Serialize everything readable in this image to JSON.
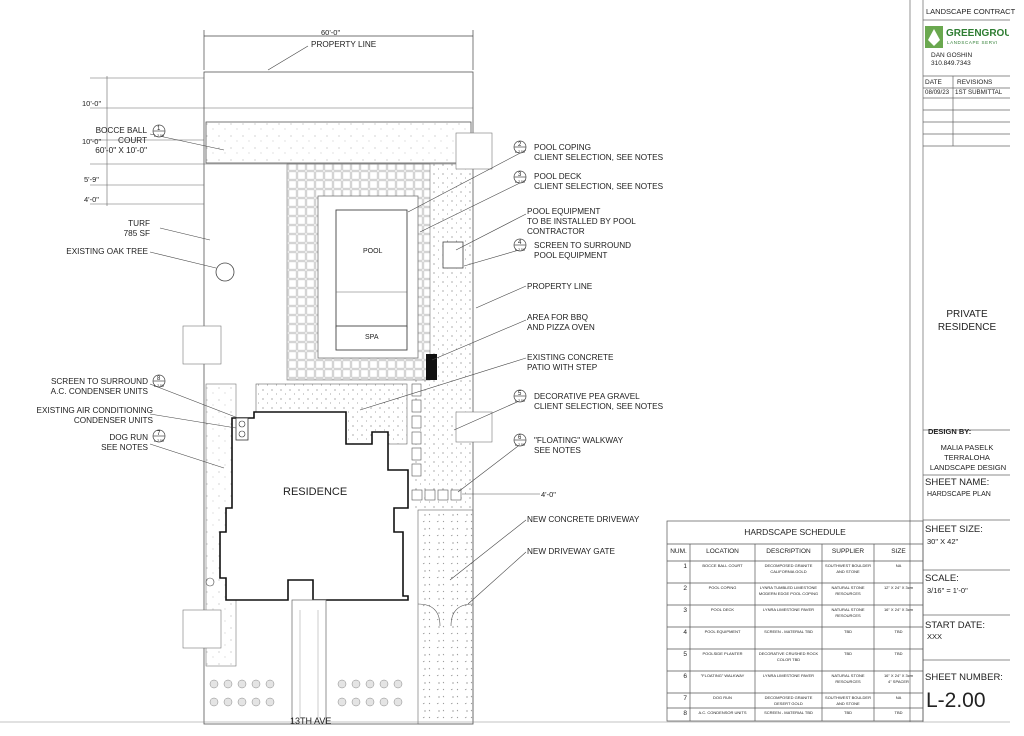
{
  "title_block": {
    "header": "LANDSCAPE CONTRACT",
    "logo_text": "GREENGROUN",
    "logo_sub": "LANDSCAPE SERVI",
    "contact_name": "DAN GOSHIN",
    "contact_phone": "310.849.7343",
    "col_date": "DATE",
    "col_revisions": "REVISIONS",
    "rev_date": "08/09/23",
    "rev_desc": "1ST SUBMITTAL",
    "project_line1": "PRIVATE",
    "project_line2": "RESIDENCE",
    "design_by_label": "DESIGN BY:",
    "designer1": "MALIA PASELK",
    "designer2": "TERRALOHA",
    "designer3": "LANDSCAPE DESIGN",
    "sheet_name_label": "SHEET NAME:",
    "sheet_name": "HARDSCAPE PLAN",
    "sheet_size_label": "SHEET SIZE:",
    "sheet_size": "30\" X 42\"",
    "scale_label": "SCALE:",
    "scale": "3/16\" = 1'-0\"",
    "start_date_label": "START DATE:",
    "start_date": "XXX",
    "sheet_number_label": "SHEET NUMBER:",
    "sheet_number": "L-2.00"
  },
  "schedule": {
    "title": "HARDSCAPE SCHEDULE",
    "headers": [
      "NUM.",
      "LOCATION",
      "DESCRIPTION",
      "SUPPLIER",
      "SIZE"
    ],
    "rows": [
      {
        "num": "1",
        "location": "BOCCE BALL COURT",
        "desc1": "DECOMPOSED GRANITE",
        "desc2": "CALIFORNIA GOLD",
        "sup1": "SOUTHWEST BOULDER",
        "sup2": "AND STONE",
        "size1": "NA",
        "size2": ""
      },
      {
        "num": "2",
        "location": "POOL COPING",
        "desc1": "LYNRA TUMBLED LIMESTONE",
        "desc2": "MODERN EDGE POOL COPING",
        "sup1": "NATURAL STONE",
        "sup2": "RESOURCES",
        "size1": "12\" X 24\" X 3cm",
        "size2": ""
      },
      {
        "num": "3",
        "location": "POOL DECK",
        "desc1": "LYNRA LIMESTONE PAVER",
        "desc2": "",
        "sup1": "NATURAL STONE",
        "sup2": "RESOURCES",
        "size1": "16\" X 24\" X 3cm",
        "size2": ""
      },
      {
        "num": "4",
        "location": "POOL EQUIPMENT",
        "desc1": "SCREEN - MATERIAL TBD",
        "desc2": "",
        "sup1": "TBD",
        "sup2": "",
        "size1": "TBD",
        "size2": ""
      },
      {
        "num": "5",
        "location": "POOLSIDE PLANTER",
        "desc1": "DECORATIVE CRUSHED ROCK",
        "desc2": "COLOR TBD",
        "sup1": "TBD",
        "sup2": "",
        "size1": "TBD",
        "size2": ""
      },
      {
        "num": "6",
        "location": "\"FLOATING\" WALKWAY",
        "desc1": "LYNRA LIMESTONE PAVER",
        "desc2": "",
        "sup1": "NATURAL STONE",
        "sup2": "RESOURCES",
        "size1": "16\" X 24\" X 3cm",
        "size2": "4\" SPACER"
      },
      {
        "num": "7",
        "location": "DOG RUN",
        "desc1": "DECOMPOSED GRANITE",
        "desc2": "DESERT GOLD",
        "sup1": "SOUTHWEST BOULDER",
        "sup2": "AND STONE",
        "size1": "NA",
        "size2": ""
      },
      {
        "num": "8",
        "location": "A.C. CONDENSOR UNITS",
        "desc1": "SCREEN - MATERIAL TBD",
        "desc2": "",
        "sup1": "TBD",
        "sup2": "",
        "size1": "TBD",
        "size2": ""
      }
    ]
  },
  "plan": {
    "dim_top": "60'-0\"",
    "dim_10a": "10'-0\"",
    "dim_10b": "10'-0\"",
    "dim_5_9": "5'-9\"",
    "dim_4a": "4'-0\"",
    "dim_4b": "4'-0\"",
    "property_line_top": "PROPERTY LINE",
    "bocce_line1": "BOCCE BALL",
    "bocce_line2": "COURT",
    "bocce_line3": "60'-0\" X 10'-0\"",
    "turf_line1": "TURF",
    "turf_line2": "785 SF",
    "oak": "EXISTING OAK TREE",
    "screen_ac_line1": "SCREEN TO SURROUND",
    "screen_ac_line2": "A.C. CONDENSER UNITS",
    "air_cond_line1": "EXISTING AIR CONDITIONING",
    "air_cond_line2": "CONDENSER UNITS",
    "dog_run_line1": "DOG RUN",
    "dog_run_line2": "SEE NOTES",
    "pool_coping_line1": "POOL COPING",
    "pool_coping_line2": "CLIENT SELECTION, SEE NOTES",
    "pool_deck_line1": "POOL DECK",
    "pool_deck_line2": "CLIENT SELECTION, SEE NOTES",
    "pool_equip_line1": "POOL EQUIPMENT",
    "pool_equip_line2": "TO BE INSTALLED BY POOL",
    "pool_equip_line3": "CONTRACTOR",
    "screen_pool_line1": "SCREEN TO SURROUND",
    "screen_pool_line2": "POOL EQUIPMENT",
    "property_line_right": "PROPERTY LINE",
    "bbq_line1": "AREA FOR BBQ",
    "bbq_line2": "AND PIZZA OVEN",
    "patio_line1": "EXISTING CONCRETE",
    "patio_line2": "PATIO WITH STEP",
    "gravel_line1": "DECORATIVE PEA GRAVEL",
    "gravel_line2": "CLIENT SELECTION, SEE NOTES",
    "walkway_line1": "\"FLOATING\" WALKWAY",
    "walkway_line2": "SEE NOTES",
    "driveway": "NEW CONCRETE DRIVEWAY",
    "gate": "NEW DRIVEWAY GATE",
    "residence": "RESIDENCE",
    "pool": "POOL",
    "spa": "SPA",
    "street": "13TH AVE",
    "callout_ref": "L-2.50",
    "callouts": [
      "1",
      "2",
      "3",
      "4",
      "5",
      "6",
      "7",
      "8"
    ]
  }
}
